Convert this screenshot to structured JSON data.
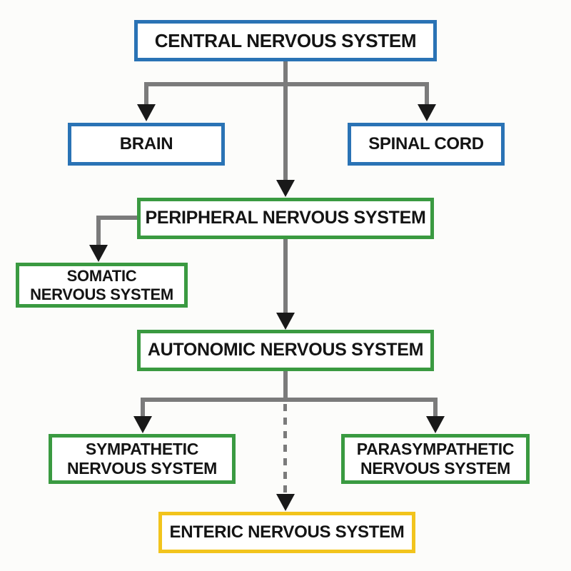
{
  "page": {
    "background": "#fcfcfa",
    "description": "Nervous system hierarchy flowchart"
  },
  "colors": {
    "blue_border": "#2a73b5",
    "green_border": "#3a9a41",
    "yellow_border": "#f2c41d",
    "connector_gray": "#7b7b7b",
    "arrow_black": "#191919",
    "text": "#141414",
    "node_background": "#ffffff"
  },
  "nodes": {
    "cns": {
      "lines": [
        "CENTRAL NERVOUS SYSTEM"
      ],
      "border_color": "#2a73b5"
    },
    "brain": {
      "lines": [
        "BRAIN"
      ],
      "border_color": "#2a73b5"
    },
    "spinal_cord": {
      "lines": [
        "SPINAL CORD"
      ],
      "border_color": "#2a73b5"
    },
    "peripheral": {
      "lines": [
        "PERIPHERAL NERVOUS SYSTEM"
      ],
      "border_color": "#3a9a41"
    },
    "somatic": {
      "lines": [
        "SOMATIC",
        "NERVOUS SYSTEM"
      ],
      "border_color": "#3a9a41"
    },
    "autonomic": {
      "lines": [
        "AUTONOMIC NERVOUS SYSTEM"
      ],
      "border_color": "#3a9a41"
    },
    "sympathetic": {
      "lines": [
        "SYMPATHETIC",
        "NERVOUS SYSTEM"
      ],
      "border_color": "#3a9a41"
    },
    "parasympathetic": {
      "lines": [
        "PARASYMPATHETIC",
        "NERVOUS SYSTEM"
      ],
      "border_color": "#3a9a41"
    },
    "enteric": {
      "lines": [
        "ENTERIC NERVOUS SYSTEM"
      ],
      "border_color": "#f2c41d"
    }
  }
}
